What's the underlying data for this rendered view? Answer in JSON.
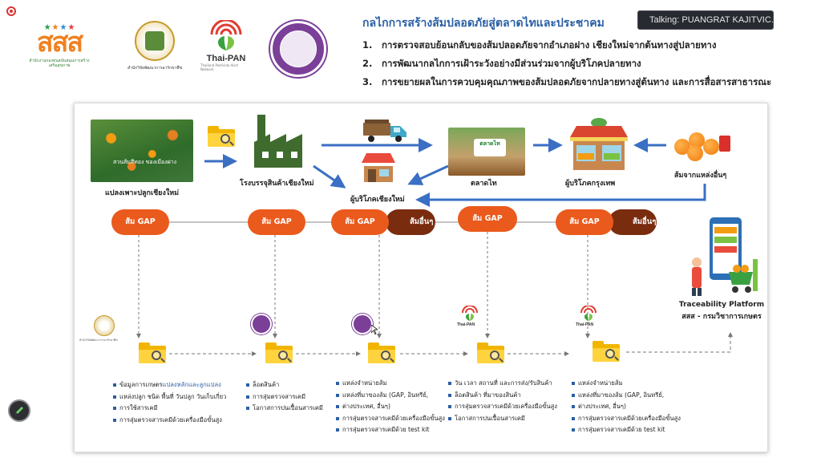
{
  "header": {
    "title": "กลไกการสร้างส้มปลอดภัยสู่ตลาดไทและประชาคม",
    "items": [
      {
        "num": "1.",
        "text": "การตรวจสอบย้อนกลับของส้มปลอดภัยจากอำเภอฝาง เชียงใหม่จากต้นทางสู่ปลายทาง"
      },
      {
        "num": "2.",
        "text": "การพัฒนากลไกการเฝ้าระวังอย่างมีส่วนร่วมจากผู้บริโภคปลายทาง"
      },
      {
        "num": "3.",
        "text": "การขยายผลในการควบคุมคุณภาพของส้มปลอดภัยจากปลายทางสู่ต้นทาง และการสื่อสารสาธารณะ"
      }
    ]
  },
  "logos": {
    "sss": {
      "mark": "สสส",
      "caption": "สำนักงานกองทุนสนับสนุนการสร้างเสริมสุขภาพ"
    },
    "doa": {
      "caption": "สำนักวิจัยพัฒนาการอารักขาพืช"
    },
    "thaipan": {
      "text": "Thai-PAN",
      "caption": "Thailand Pesticide Alert Network"
    },
    "cmu": {}
  },
  "meeting": {
    "talking": "Talking: PUANGRAT KAJITVIC..."
  },
  "flow": {
    "orchard_caption": "สวนส้มสีทอง ของเมืองฝาง",
    "market_sign": "ตลาดไท",
    "orchard": "แปลงเพาะปลูกเชียงใหม่",
    "factory": "โรงบรรจุสินค้าเชียงใหม่",
    "cm_consumer": "ผู้บริโภคเชียงใหม่",
    "market": "ตลาดไท",
    "bkk_consumer": "ผู้บริโภคกรุงเทพ",
    "other_source": "ส้มจากแหล่งอื่นๆ"
  },
  "pills": {
    "gap": "ส้ม GAP",
    "other": "ส้มอื่นๆ"
  },
  "platform": {
    "line1": "Traceability Platform",
    "line2": "สสส - กรมวิชาการเกษตร"
  },
  "mini": {
    "doa_caption": "สำนักวิจัยพัฒนาการอารักขาพืช",
    "tp": "Thai-PAN"
  },
  "stages": [
    {
      "items": [
        {
          "pre": "ข้อมูลการเกษตร",
          "hl": "แปลงหลักและลูกแปลง"
        },
        {
          "pre": "แหล่งปลูก ชนิด พื้นที่ วันปลูก วันเก็บเกี่ยว",
          "hl": ""
        },
        {
          "pre": "การใช้สารเคมี",
          "hl": ""
        },
        {
          "pre": "การสุ่มตรวจสารเคมีด้วยเครื่องมือขั้นสูง",
          "hl": ""
        }
      ]
    },
    {
      "items": [
        {
          "pre": "ล็อตสินค้า",
          "hl": ""
        },
        {
          "pre": "การสุ่มตรวจสารเคมี",
          "hl": ""
        },
        {
          "pre": "โอกาสการปนเปื้อนสารเคมี",
          "hl": ""
        }
      ]
    },
    {
      "items": [
        {
          "pre": "แหล่งจำหน่ายส้ม",
          "hl": ""
        },
        {
          "pre": "แหล่งที่มาของส้ม (GAP, อินทรีย์,",
          "hl": ""
        },
        {
          "pre": "ต่างประเทศ, อื่นๆ)",
          "hl": "",
          "cont": true
        },
        {
          "pre": "การสุ่มตรวจสารเคมีด้วยเครื่องมือขั้นสูง",
          "hl": ""
        },
        {
          "pre": "การสุ่มตรวจสารเคมีด้วย test kit",
          "hl": ""
        }
      ]
    },
    {
      "items": [
        {
          "pre": "วัน เวลา สถานที่ และการส่ง/รับสินค้า",
          "hl": ""
        },
        {
          "pre": "ล็อตสินค้า ที่มาของสินค้า",
          "hl": ""
        },
        {
          "pre": "การสุ่มตรวจสารเคมีด้วยเครื่องมือขั้นสูง",
          "hl": ""
        },
        {
          "pre": "โอกาสการปนเปื้อนสารเคมี",
          "hl": ""
        }
      ]
    },
    {
      "items": [
        {
          "pre": "แหล่งจำหน่ายส้ม",
          "hl": ""
        },
        {
          "pre": "แหล่งที่มาของส้ม (GAP, อินทรีย์,",
          "hl": ""
        },
        {
          "pre": "ต่างประเทศ, อื่นๆ)",
          "hl": "",
          "cont": true
        },
        {
          "pre": "การสุ่มตรวจสารเคมีด้วยเครื่องมือขั้นสูง",
          "hl": ""
        },
        {
          "pre": "การสุ่มตรวจสารเคมีด้วย test kit",
          "hl": ""
        }
      ]
    }
  ],
  "colors": {
    "title_blue": "#2a5fa5",
    "gap_orange": "#ea5a1c",
    "other_brown": "#7a2c0f",
    "arrow_blue": "#3a6fc4",
    "folder_yellow": "#f1b500"
  },
  "icons": [
    "record-indicator-icon",
    "pencil-icon",
    "folder-search-icon",
    "factory-icon",
    "truck-icon",
    "shop-icon",
    "cursor-icon"
  ]
}
